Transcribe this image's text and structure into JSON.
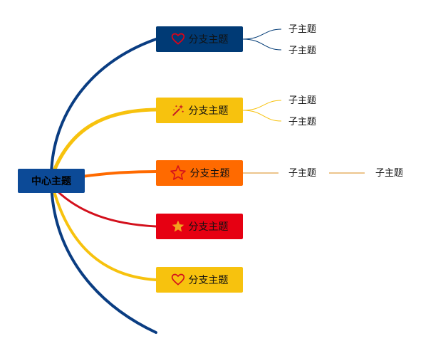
{
  "center": {
    "label": "中心主题",
    "color": "#0c4a97"
  },
  "branches": [
    {
      "label": "分支主题",
      "icon": "heart-icon",
      "color": "#003a75",
      "line_color": "#003a75"
    },
    {
      "label": "分支主题",
      "icon": "magic-wand-icon",
      "color": "#f7c20e",
      "line_color": "#f7c20e"
    },
    {
      "label": "分支主题",
      "icon": "star-outline-icon",
      "color": "#ff6a00",
      "line_color": "#ff6a00"
    },
    {
      "label": "分支主题",
      "icon": "star-filled-icon",
      "color": "#e60012",
      "line_color": "#d3101c"
    },
    {
      "label": "分支主题",
      "icon": "heart-icon",
      "color": "#f7c20e",
      "line_color": "#f7c20e"
    }
  ],
  "subtopics": [
    {
      "label": "子主题",
      "branch": 1
    },
    {
      "label": "子主题",
      "branch": 1
    },
    {
      "label": "子主题",
      "branch": 2
    },
    {
      "label": "子主题",
      "branch": 2
    },
    {
      "label": "子主题",
      "branch": 3
    },
    {
      "label": "子主题",
      "branch": 3
    }
  ],
  "colors": {
    "trunk": "#0a3d82"
  }
}
